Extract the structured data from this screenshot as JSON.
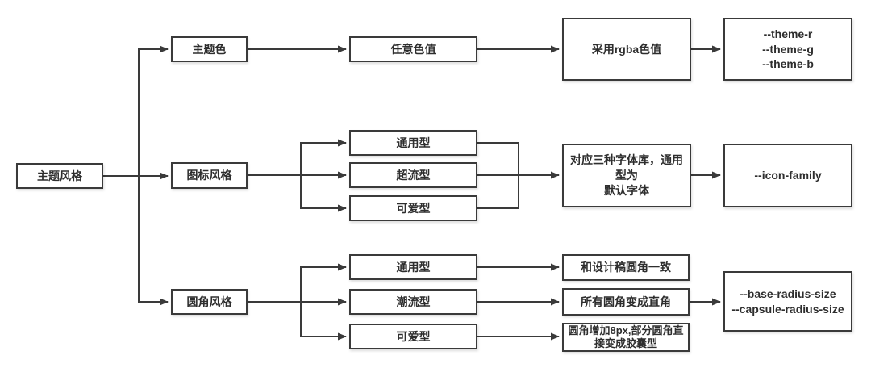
{
  "colors": {
    "line": "#3a3a3a",
    "box_fill": "#ffffff",
    "text": "#2e2e2e",
    "background": "#ffffff"
  },
  "nodes": {
    "root": "主题风格",
    "theme_color": "主题色",
    "icon_style": "图标风格",
    "radius_style": "圆角风格",
    "any_color": "任意色值",
    "rgba_value": "采用rgba色值",
    "theme_vars": [
      "--theme-r",
      "--theme-g",
      "--theme-b"
    ],
    "icon_generic": "通用型",
    "icon_super": "超流型",
    "icon_cute": "可爱型",
    "font_desc_lines": [
      "对应三种字体库，通用型为",
      "默认字体"
    ],
    "icon_family_var": "--icon-family",
    "radius_generic": "通用型",
    "radius_trend": "潮流型",
    "radius_cute": "可爱型",
    "radius_desc_generic": "和设计稿圆角一致",
    "radius_desc_trend": "所有圆角变成直角",
    "radius_desc_cute_lines": [
      "圆角增加8px,部分圆角直",
      "接变成胶囊型"
    ],
    "radius_vars": [
      "--base-radius-size",
      "--capsule-radius-size"
    ]
  },
  "edges": [
    [
      "root",
      "theme_color"
    ],
    [
      "root",
      "icon_style"
    ],
    [
      "root",
      "radius_style"
    ],
    [
      "theme_color",
      "any_color"
    ],
    [
      "any_color",
      "rgba_value"
    ],
    [
      "rgba_value",
      "theme_vars"
    ],
    [
      "icon_style",
      "icon_generic"
    ],
    [
      "icon_style",
      "icon_super"
    ],
    [
      "icon_style",
      "icon_cute"
    ],
    [
      "icon_generic",
      "font_desc"
    ],
    [
      "icon_super",
      "font_desc"
    ],
    [
      "icon_cute",
      "font_desc"
    ],
    [
      "font_desc",
      "icon_family_var"
    ],
    [
      "radius_style",
      "radius_generic"
    ],
    [
      "radius_style",
      "radius_trend"
    ],
    [
      "radius_style",
      "radius_cute"
    ],
    [
      "radius_generic",
      "radius_desc_generic"
    ],
    [
      "radius_trend",
      "radius_desc_trend"
    ],
    [
      "radius_cute",
      "radius_desc_cute"
    ],
    [
      "radius_desc_trend",
      "radius_vars"
    ]
  ]
}
